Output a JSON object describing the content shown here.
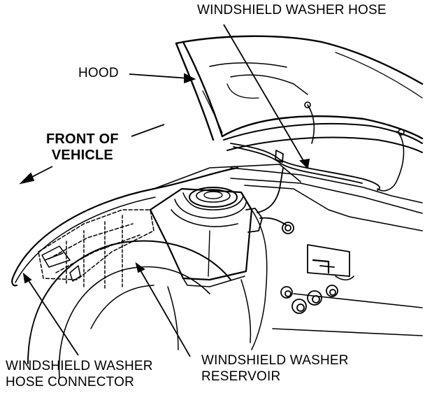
{
  "labels": {
    "washer_hose": "WINDSHIELD WASHER HOSE",
    "hood": "HOOD",
    "front_line1": "FRONT OF",
    "front_line2": "VEHICLE",
    "connector_line1": "WINDSHIELD WASHER",
    "connector_line2": "HOSE CONNECTOR",
    "reservoir_line1": "WINDSHIELD WASHER",
    "reservoir_line2": "RESERVOIR"
  },
  "colors": {
    "ink": "#000000",
    "paper": "#ffffff"
  }
}
